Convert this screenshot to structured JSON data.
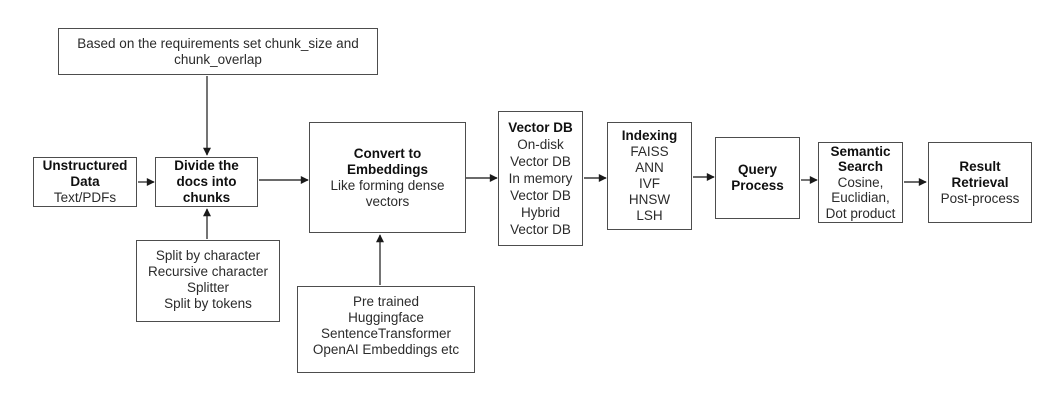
{
  "diagram": {
    "title": "Document chunking, embedding and vector search pipeline flowchart",
    "colors": {
      "background": "#ffffff",
      "box_border": "#4d4d4d",
      "text": "#262626",
      "bold_text": "#101010",
      "arrow": "#383838"
    },
    "nodes": {
      "note_chunk": {
        "lines": [
          "Based on the requirements set chunk_size and",
          "chunk_overlap"
        ]
      },
      "unstructured": {
        "title": [
          "Unstructured",
          "Data"
        ],
        "body": [
          "Text/PDFs"
        ]
      },
      "divide": {
        "title": [
          "Divide the",
          "docs into",
          "chunks"
        ]
      },
      "note_split": {
        "lines": [
          "Split by character",
          "Recursive character",
          "Splitter",
          "Split by tokens"
        ]
      },
      "convert": {
        "title": [
          "Convert to",
          "Embeddings"
        ],
        "body": [
          "Like forming dense",
          "vectors"
        ]
      },
      "note_models": {
        "lines": [
          "Pre trained",
          "Huggingface",
          "SentenceTransformer",
          "OpenAI Embeddings etc"
        ]
      },
      "vectordb": {
        "title": [
          "Vector DB"
        ],
        "body": [
          "On-disk",
          "Vector DB",
          "In memory",
          "Vector DB",
          "Hybrid",
          "Vector DB"
        ]
      },
      "indexing": {
        "title": [
          "Indexing"
        ],
        "body": [
          "FAISS",
          "ANN",
          "IVF",
          "HNSW",
          "LSH"
        ]
      },
      "query": {
        "title": [
          "Query",
          "Process"
        ]
      },
      "semantic": {
        "title": [
          "Semantic",
          "Search"
        ],
        "body": [
          "Cosine,",
          "Euclidian,",
          "Dot product"
        ]
      },
      "result": {
        "title": [
          "Result",
          "Retrieval"
        ],
        "body": [
          "Post-process"
        ]
      }
    },
    "edges": [
      {
        "from": "unstructured",
        "to": "divide",
        "direction": "right"
      },
      {
        "from": "divide",
        "to": "convert",
        "direction": "right"
      },
      {
        "from": "convert",
        "to": "vectordb",
        "direction": "right"
      },
      {
        "from": "vectordb",
        "to": "indexing",
        "direction": "right"
      },
      {
        "from": "indexing",
        "to": "query",
        "direction": "right"
      },
      {
        "from": "query",
        "to": "semantic",
        "direction": "right"
      },
      {
        "from": "semantic",
        "to": "result",
        "direction": "right"
      },
      {
        "from": "note_chunk",
        "to": "divide",
        "direction": "down"
      },
      {
        "from": "note_split",
        "to": "divide",
        "direction": "up"
      },
      {
        "from": "note_models",
        "to": "convert",
        "direction": "up"
      }
    ]
  }
}
